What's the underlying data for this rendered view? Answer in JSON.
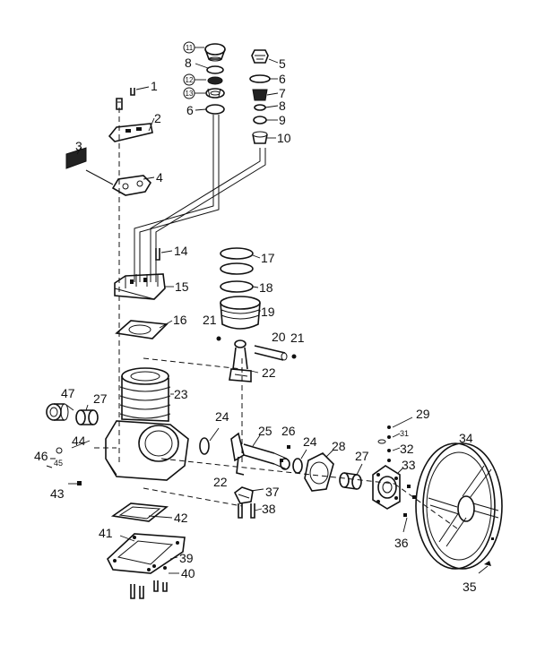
{
  "labels": [
    {
      "id": "l1",
      "text": "1"
    },
    {
      "id": "l2",
      "text": "2"
    },
    {
      "id": "l3",
      "text": "3"
    },
    {
      "id": "l4",
      "text": "4"
    },
    {
      "id": "l5",
      "text": "5"
    },
    {
      "id": "l6a",
      "text": "6"
    },
    {
      "id": "l6b",
      "text": "6"
    },
    {
      "id": "l7",
      "text": "7"
    },
    {
      "id": "l8a",
      "text": "8"
    },
    {
      "id": "l8b",
      "text": "8"
    },
    {
      "id": "l9",
      "text": "9"
    },
    {
      "id": "l10",
      "text": "10"
    },
    {
      "id": "l14",
      "text": "14"
    },
    {
      "id": "l15",
      "text": "15"
    },
    {
      "id": "l16",
      "text": "16"
    },
    {
      "id": "l17",
      "text": "17"
    },
    {
      "id": "l18",
      "text": "18"
    },
    {
      "id": "l19",
      "text": "19"
    },
    {
      "id": "l20",
      "text": "20"
    },
    {
      "id": "l21a",
      "text": "21"
    },
    {
      "id": "l21b",
      "text": "21"
    },
    {
      "id": "l22a",
      "text": "22"
    },
    {
      "id": "l22b",
      "text": "22"
    },
    {
      "id": "l23",
      "text": "23"
    },
    {
      "id": "l24a",
      "text": "24"
    },
    {
      "id": "l24b",
      "text": "24"
    },
    {
      "id": "l25",
      "text": "25"
    },
    {
      "id": "l26",
      "text": "26"
    },
    {
      "id": "l27a",
      "text": "27"
    },
    {
      "id": "l27b",
      "text": "27"
    },
    {
      "id": "l28",
      "text": "28"
    },
    {
      "id": "l29",
      "text": "29"
    },
    {
      "id": "l31",
      "text": "31"
    },
    {
      "id": "l32",
      "text": "32"
    },
    {
      "id": "l33",
      "text": "33"
    },
    {
      "id": "l34",
      "text": "34"
    },
    {
      "id": "l35",
      "text": "35"
    },
    {
      "id": "l36",
      "text": "36"
    },
    {
      "id": "l37",
      "text": "37"
    },
    {
      "id": "l38",
      "text": "38"
    },
    {
      "id": "l39",
      "text": "39"
    },
    {
      "id": "l40",
      "text": "40"
    },
    {
      "id": "l41",
      "text": "41"
    },
    {
      "id": "l42",
      "text": "42"
    },
    {
      "id": "l43",
      "text": "43"
    },
    {
      "id": "l44",
      "text": "44"
    },
    {
      "id": "l45",
      "text": "45"
    },
    {
      "id": "l46",
      "text": "46"
    },
    {
      "id": "l47",
      "text": "47"
    }
  ],
  "circled_labels": [
    {
      "id": "c11",
      "text": "11"
    },
    {
      "id": "c12",
      "text": "12"
    },
    {
      "id": "c13",
      "text": "13"
    }
  ]
}
